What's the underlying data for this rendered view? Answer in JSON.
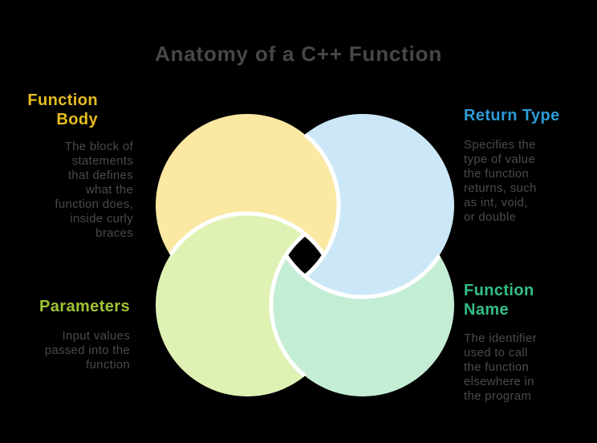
{
  "title": "Anatomy of a C++ Function",
  "sections": [
    {
      "id": "function-body",
      "label": "Function\nBody",
      "color": "#E8BC20",
      "description": "The block of\nstatements\nthat defines\nwhat the\nfunction does,\ninside curly\nbraces"
    },
    {
      "id": "return-type",
      "label": "Return Type",
      "color": "#2D9BD5",
      "description": "Specifies the\ntype of value\nthe function\nreturns, such\nas int, void,\nor double"
    },
    {
      "id": "parameters",
      "label": "Parameters",
      "color": "#9EC436",
      "description": "Input values\npassed into the\nfunction"
    },
    {
      "id": "function-name",
      "label": "Function\nName",
      "color": "#34BF85",
      "description": "The identifier\nused to call\nthe function\nelsewhere in\nthe program"
    }
  ],
  "diagram": {
    "background": "#000000",
    "divider_stroke": "#FFFFFF",
    "circles": [
      {
        "name": "function-body-circle",
        "fill": "#FAE8A3"
      },
      {
        "name": "return-type-circle",
        "fill": "#CCE8F8"
      },
      {
        "name": "function-name-circle",
        "fill": "#C3EDD5"
      },
      {
        "name": "parameters-circle",
        "fill": "#DFF2B4"
      }
    ]
  }
}
